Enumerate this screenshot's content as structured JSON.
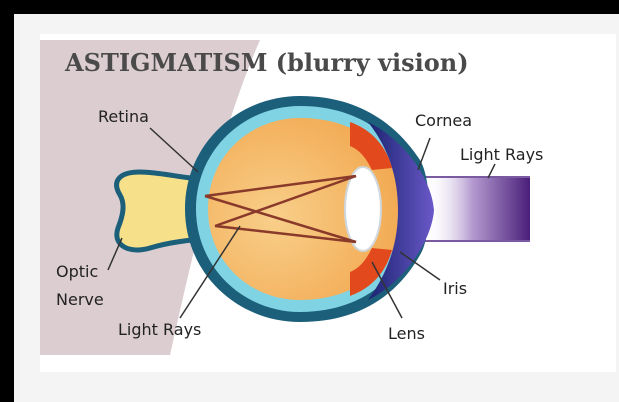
{
  "title": "ASTIGMATISM (blurry vision)",
  "labels": {
    "retina": "Retina",
    "cornea": "Cornea",
    "light_rays_right": "Light Rays",
    "optic": "Optic",
    "nerve": "Nerve",
    "light_rays_bottom": "Light Rays",
    "iris": "Iris",
    "lens": "Lens"
  },
  "colors": {
    "background_shade": "#d9c9cd",
    "sclera_outline": "#1c5f7a",
    "choroid": "#7fd2e0",
    "eyeball_fill": "#f6c07a",
    "optic_nerve": "#f8e38a",
    "iris": "#e0481e",
    "cornea_fluid": "#1c2a78",
    "light_rays": "#5a2a8a",
    "ray_lines": "#8a3a2a"
  }
}
